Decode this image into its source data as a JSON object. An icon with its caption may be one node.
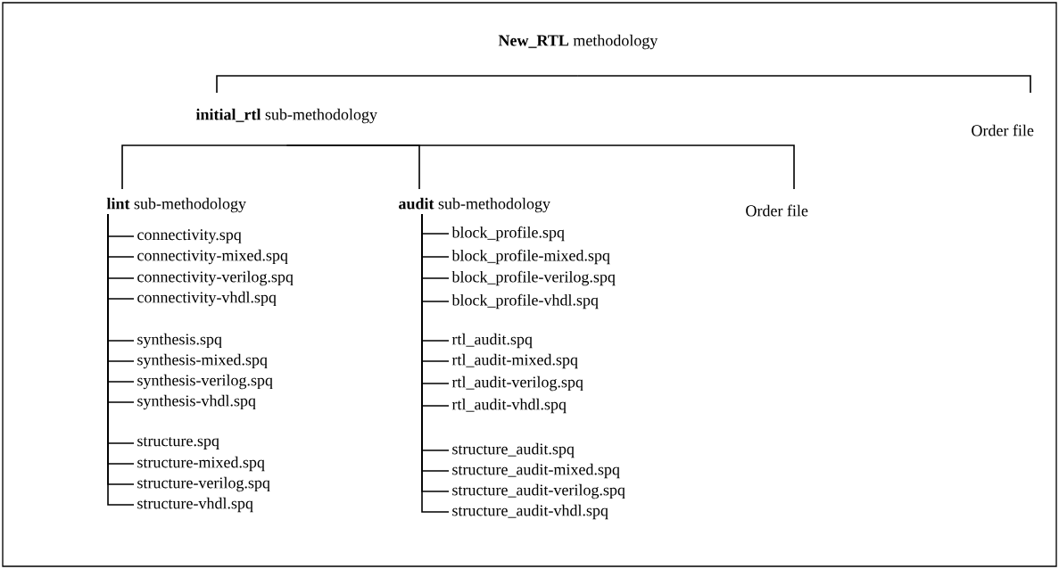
{
  "diagram": {
    "nodes": [
      {
        "text": [
          "**New_RTL** methodology"
        ]
      },
      {
        "text": [
          "**initial_rtl** sub-methodology"
        ]
      },
      {
        "text": [
          "Order file"
        ]
      },
      {
        "text": [
          "**lint** sub-methodology"
        ]
      },
      {
        "text": [
          "**audit** sub-methodology"
        ]
      },
      {
        "text": [
          "Order file"
        ]
      },
      {
        "text": [
          "connectivity.spq"
        ]
      },
      {
        "text": [
          "connectivity-mixed.spq"
        ]
      },
      {
        "text": [
          "connectivity-verilog.spq"
        ]
      },
      {
        "text": [
          "connectivity-vhdl.spq"
        ]
      },
      {
        "text": [
          "synthesis.spq"
        ]
      },
      {
        "text": [
          "synthesis-mixed.spq"
        ]
      },
      {
        "text": [
          "synthesis-verilog.spq"
        ]
      },
      {
        "text": [
          "synthesis-vhdl.spq"
        ]
      },
      {
        "text": [
          "structure.spq"
        ]
      },
      {
        "text": [
          "structure-mixed.spq"
        ]
      },
      {
        "text": [
          "structure-verilog.spq"
        ]
      },
      {
        "text": [
          "structure-vhdl.spq"
        ]
      },
      {
        "text": [
          "block_profile.spq"
        ]
      },
      {
        "text": [
          "block_profile-mixed.spq"
        ]
      },
      {
        "text": [
          "block_profile-verilog.spq"
        ]
      },
      {
        "text": [
          "block_profile-vhdl.spq"
        ]
      },
      {
        "text": [
          "rtl_audit.spq"
        ]
      },
      {
        "text": [
          "rtl_audit-mixed.spq"
        ]
      },
      {
        "text": [
          "rtl_audit-verilog.spq"
        ]
      },
      {
        "text": [
          "rtl_audit-vhdl.spq"
        ]
      },
      {
        "text": [
          "structure_audit.spq"
        ]
      },
      {
        "text": [
          "structure_audit-mixed.spq"
        ]
      },
      {
        "text": [
          "structure_audit-verilog.spq"
        ]
      },
      {
        "text": [
          "structure_audit-vhdl.spq"
        ]
      }
    ],
    "edges": [
      {
        "from": 0,
        "to": 1,
        "arrow": "none"
      },
      {
        "from": 0,
        "to": 2,
        "arrow": "none"
      },
      {
        "from": 1,
        "to": 3,
        "arrow": "none"
      },
      {
        "from": 1,
        "to": 4,
        "arrow": "none"
      },
      {
        "from": 1,
        "to": 5,
        "arrow": "none"
      },
      {
        "from": 3,
        "to": 6,
        "arrow": "none"
      },
      {
        "from": 3,
        "to": 7,
        "arrow": "none"
      },
      {
        "from": 3,
        "to": 8,
        "arrow": "none"
      },
      {
        "from": 3,
        "to": 9,
        "arrow": "none"
      },
      {
        "from": 3,
        "to": 10,
        "arrow": "none"
      },
      {
        "from": 3,
        "to": 11,
        "arrow": "none"
      },
      {
        "from": 3,
        "to": 12,
        "arrow": "none"
      },
      {
        "from": 3,
        "to": 13,
        "arrow": "none"
      },
      {
        "from": 3,
        "to": 14,
        "arrow": "none"
      },
      {
        "from": 3,
        "to": 15,
        "arrow": "none"
      },
      {
        "from": 3,
        "to": 16,
        "arrow": "none"
      },
      {
        "from": 3,
        "to": 17,
        "arrow": "none"
      },
      {
        "from": 4,
        "to": 18,
        "arrow": "none"
      },
      {
        "from": 4,
        "to": 19,
        "arrow": "none"
      },
      {
        "from": 4,
        "to": 20,
        "arrow": "none"
      },
      {
        "from": 4,
        "to": 21,
        "arrow": "none"
      },
      {
        "from": 4,
        "to": 22,
        "arrow": "none"
      },
      {
        "from": 4,
        "to": 23,
        "arrow": "none"
      },
      {
        "from": 4,
        "to": 24,
        "arrow": "none"
      },
      {
        "from": 4,
        "to": 25,
        "arrow": "none"
      },
      {
        "from": 4,
        "to": 26,
        "arrow": "none"
      },
      {
        "from": 4,
        "to": 27,
        "arrow": "none"
      },
      {
        "from": 4,
        "to": 28,
        "arrow": "none"
      },
      {
        "from": 4,
        "to": 29,
        "arrow": "none"
      }
    ]
  }
}
